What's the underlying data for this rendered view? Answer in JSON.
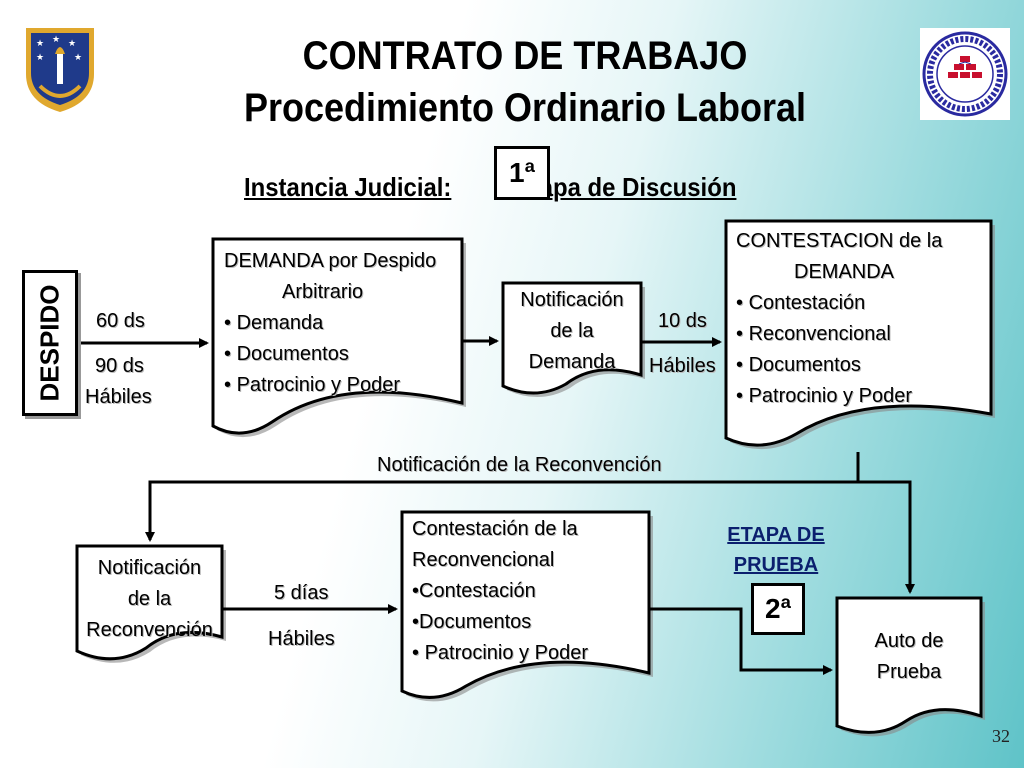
{
  "header": {
    "title_line1": "CONTRATO DE TRABAJO",
    "title_line2": "Procedimiento Ordinario Laboral",
    "instancia": "Instancia Judicial:",
    "instancia_num": "1ª",
    "etapa_discusion": "Etapa de Discusión"
  },
  "nodes": {
    "despido": "DESPIDO",
    "demanda": {
      "title": "DEMANDA por Despido",
      "title2": "Arbitrario",
      "items": [
        "Demanda",
        "Documentos",
        "Patrocinio y Poder"
      ]
    },
    "notif_demanda": [
      "Notificación",
      "de la",
      "Demanda"
    ],
    "contestacion": {
      "title": "CONTESTACION de la",
      "title2": "DEMANDA",
      "items": [
        "Contestación",
        "Reconvencional",
        "Documentos",
        "Patrocinio y Poder"
      ]
    },
    "notif_reconv": [
      "Notificación",
      "de la",
      "Reconvención"
    ],
    "contest_reconv": {
      "title": "Contestación de la",
      "title2": "Reconvencional",
      "items": [
        "Contestación",
        "Documentos",
        "Patrocinio y Poder"
      ]
    },
    "auto_prueba": [
      "Auto de",
      "Prueba"
    ]
  },
  "labels": {
    "d60": "60 ds",
    "d90": "90 ds",
    "habiles1": "Hábiles",
    "d10": "10 ds",
    "habiles2": "Hábiles",
    "notif_reconv_arrow": "Notificación de la Reconvención",
    "d5": "5 días",
    "habiles3": "Hábiles",
    "etapa_prueba1": "ETAPA DE",
    "etapa_prueba2": "PRUEBA",
    "prueba_num": "2ª"
  },
  "page_number": "32",
  "colors": {
    "background_accent": "#5fc3c8",
    "shield_blue": "#1f3a8a",
    "shield_gold": "#e0a82e",
    "logo_red": "#c8102e"
  }
}
